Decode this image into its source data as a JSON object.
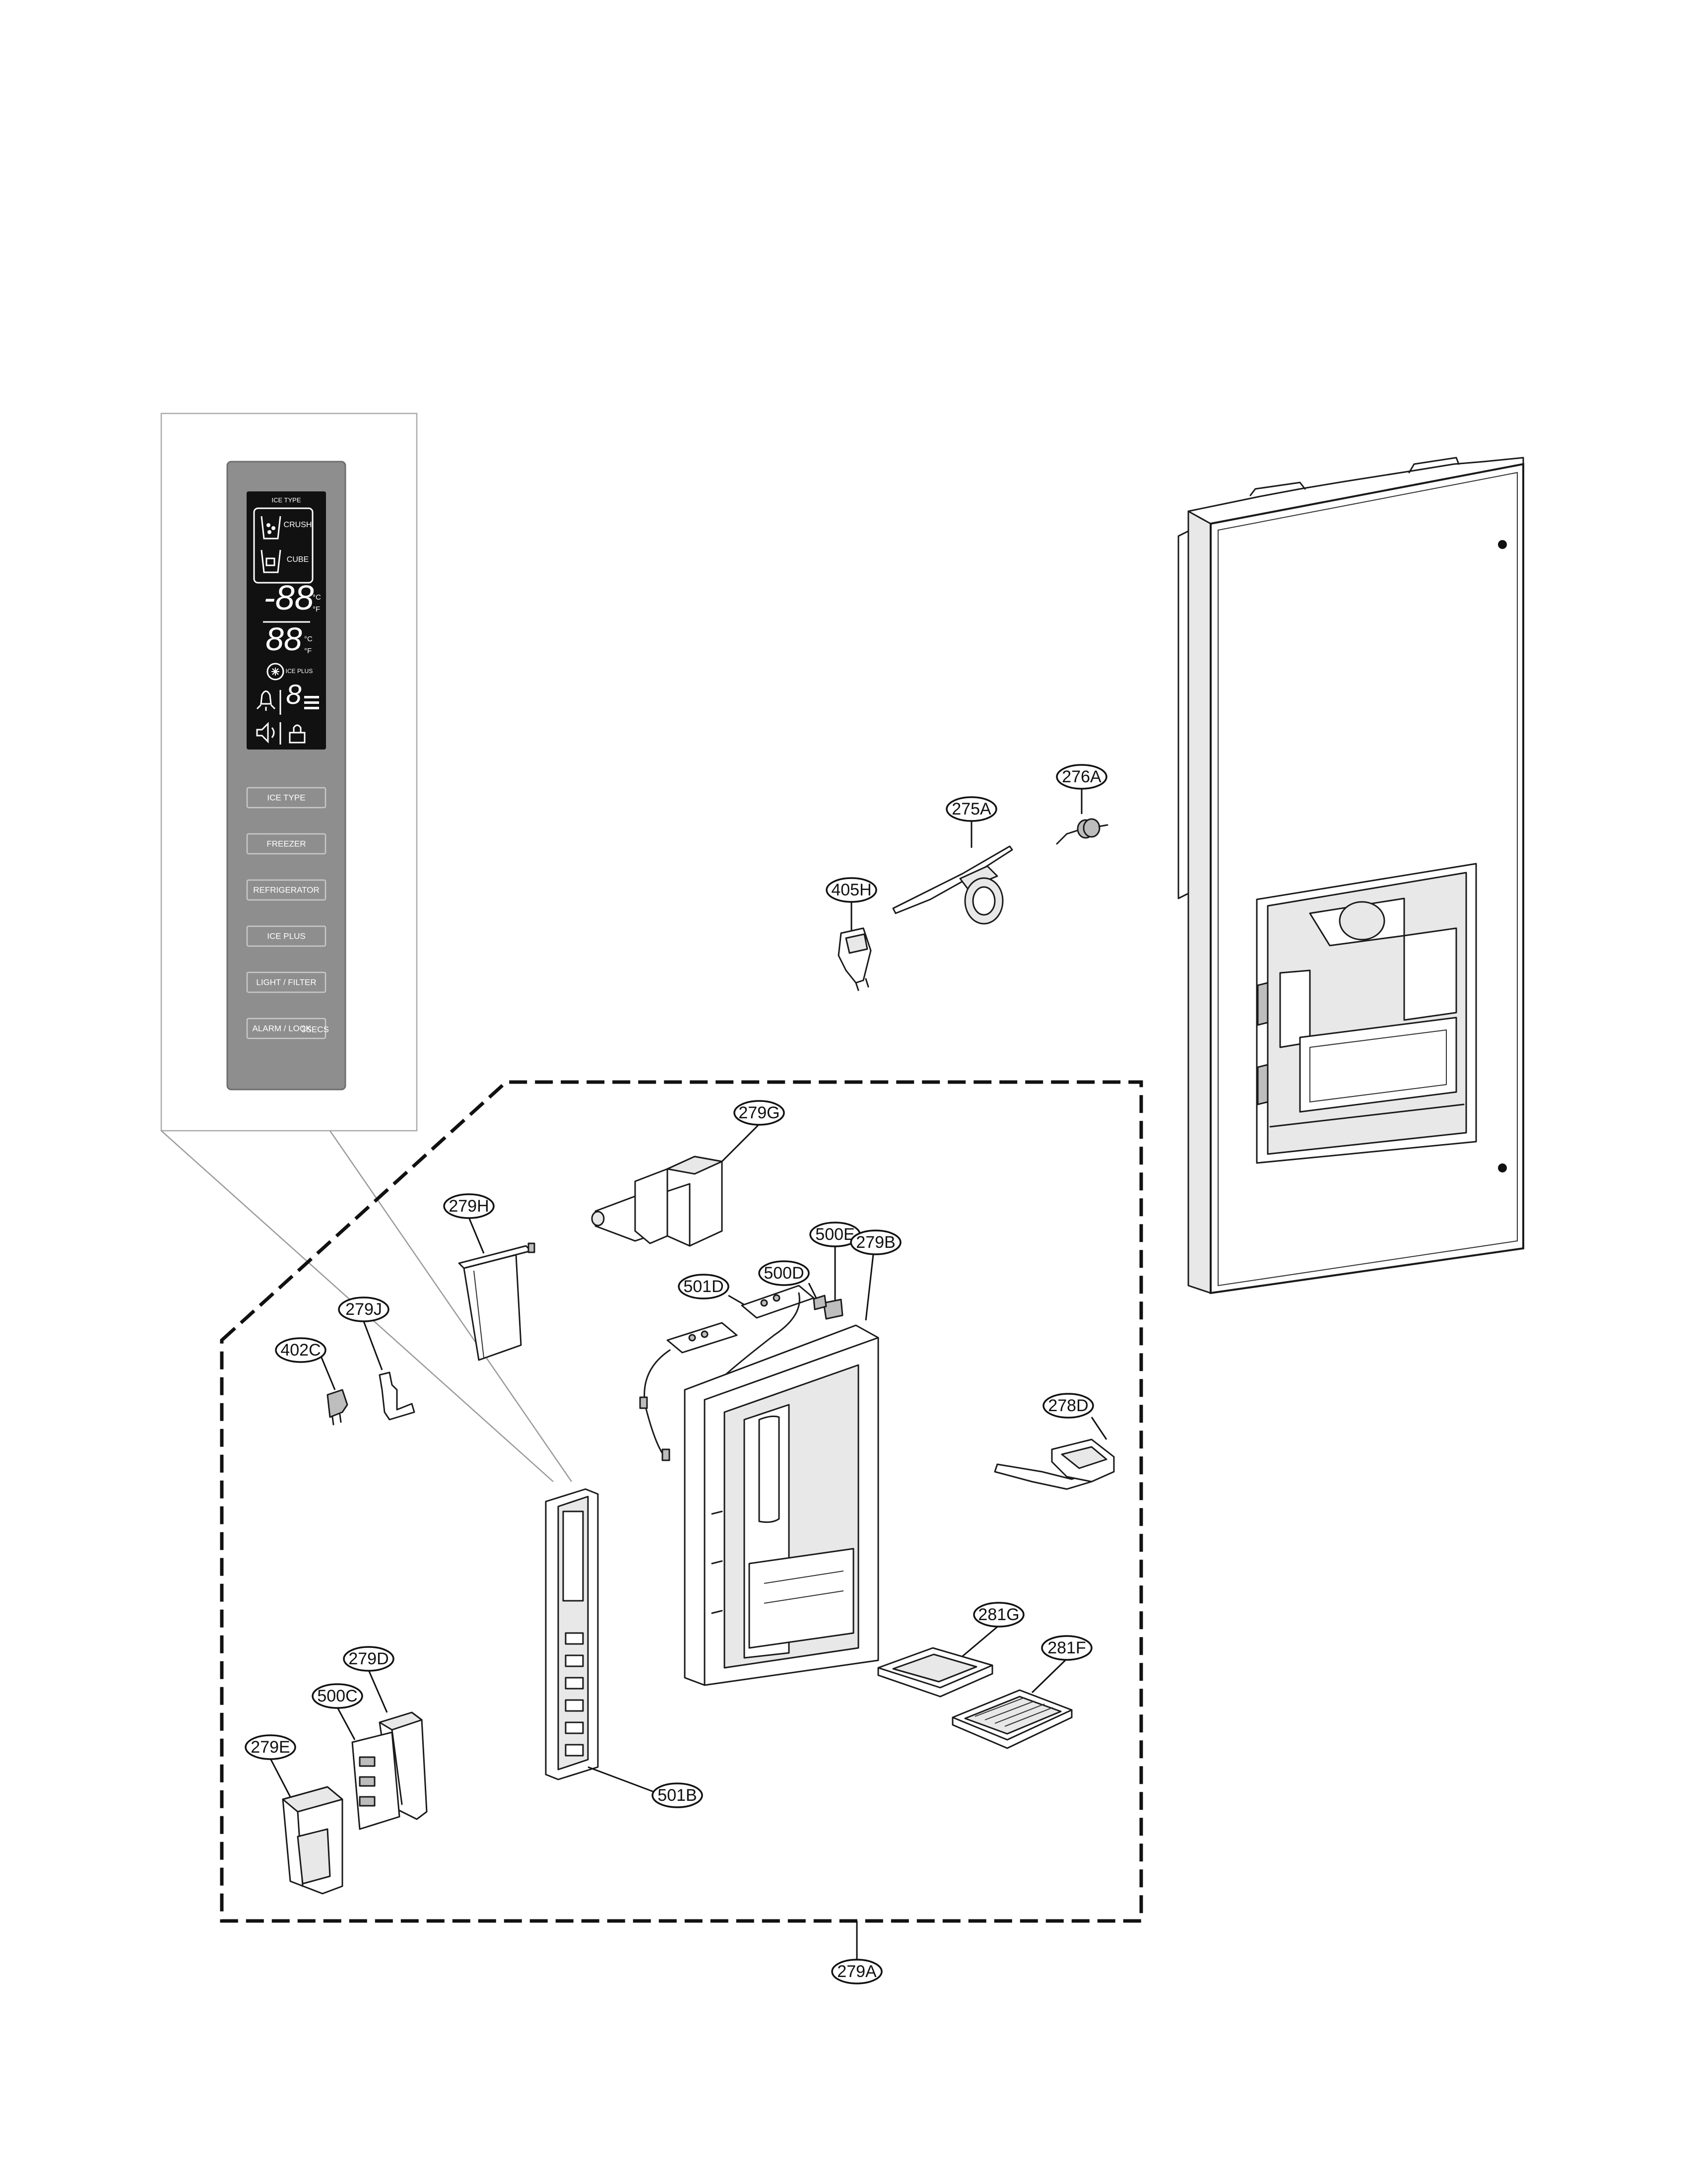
{
  "callouts": {
    "c276A": "276A",
    "c275A": "275A",
    "c405H": "405H",
    "c279G": "279G",
    "c279H": "279H",
    "c500E": "500E",
    "c279B": "279B",
    "c501D": "501D",
    "c500D": "500D",
    "c279J": "279J",
    "c402C": "402C",
    "c278D": "278D",
    "c281G": "281G",
    "c281F": "281F",
    "c279D": "279D",
    "c500C": "500C",
    "c279E": "279E",
    "c501B": "501B",
    "c279A": "279A"
  },
  "display_panel": {
    "ice_type_header": "ICE TYPE",
    "crush_label": "CRUSH",
    "cube_label": "CUBE",
    "freezer_digits": "-88",
    "fridge_digits": "88",
    "deg_c": "°C",
    "deg_f": "°F",
    "ice_plus_label": "ICE PLUS",
    "filter_digit": "8",
    "buttons": [
      "ICE TYPE",
      "FREEZER",
      "REFRIGERATOR",
      "ICE PLUS",
      "LIGHT / FILTER",
      "ALARM / LOCK"
    ],
    "hold_suffix": "3SECS"
  },
  "colors": {
    "panel_bg": "#8e8e8e",
    "display_bg": "#111111",
    "line": "#1a1a1a"
  }
}
